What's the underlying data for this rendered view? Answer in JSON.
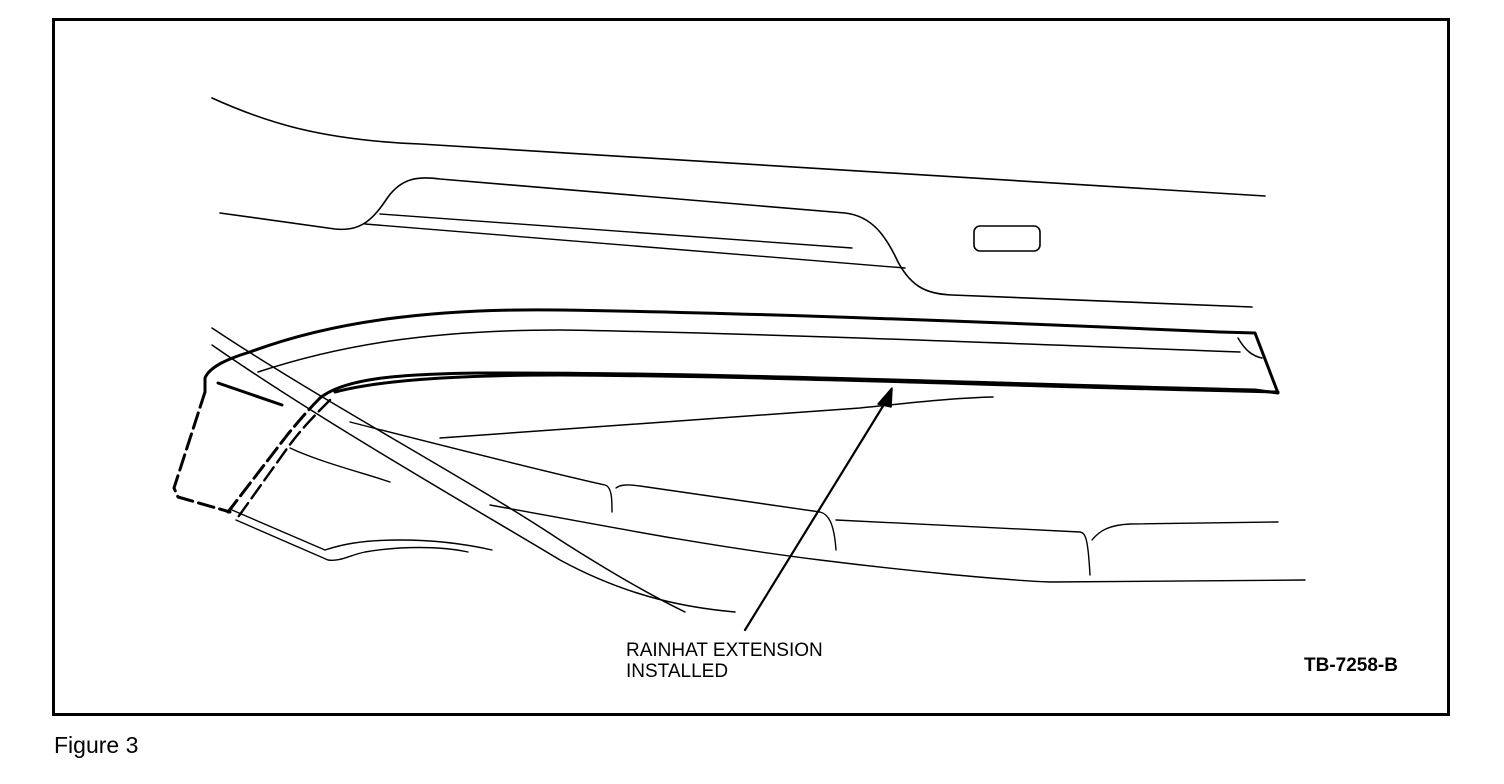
{
  "figure": {
    "caption": "Figure 3",
    "reference_code": "TB-7258-B",
    "callout": {
      "line1": "RAINHAT EXTENSION",
      "line2": "INSTALLED"
    }
  },
  "colors": {
    "line": "#000000",
    "background": "#ffffff"
  }
}
